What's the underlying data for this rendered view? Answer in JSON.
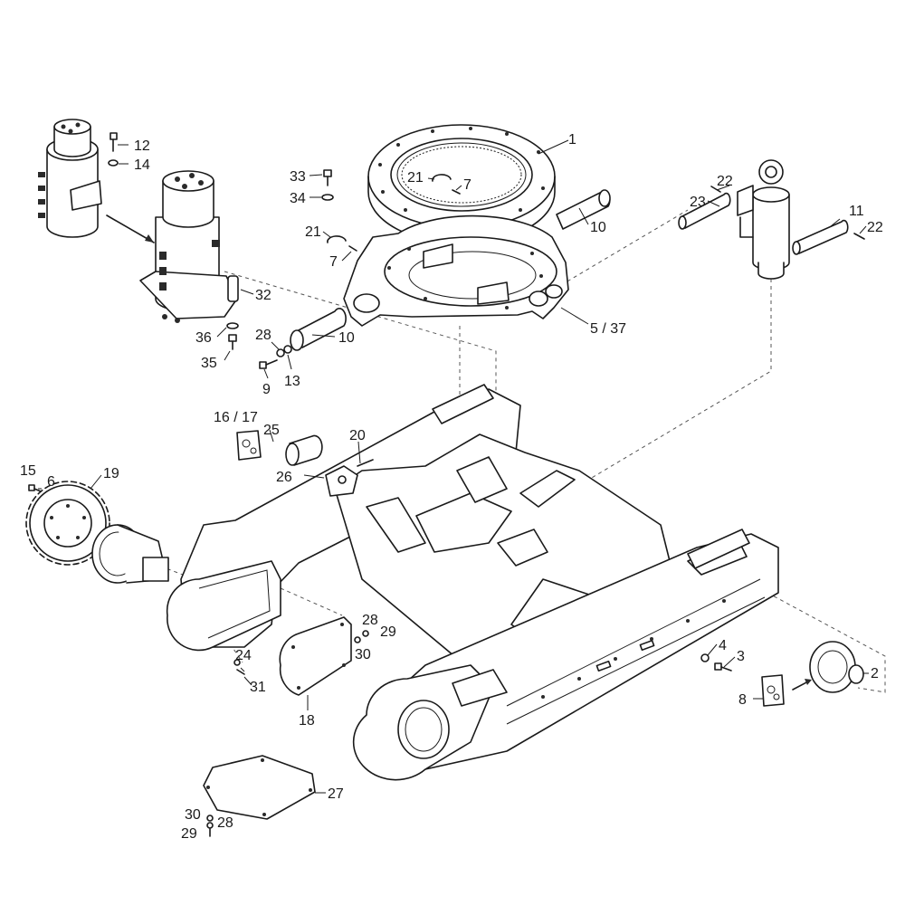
{
  "callouts": [
    {
      "id": "c1",
      "text": "1"
    },
    {
      "id": "c2",
      "text": "2"
    },
    {
      "id": "c3",
      "text": "3"
    },
    {
      "id": "c4",
      "text": "4"
    },
    {
      "id": "c5_37",
      "text": "5 / 37"
    },
    {
      "id": "c6",
      "text": "6"
    },
    {
      "id": "c7a",
      "text": "7"
    },
    {
      "id": "c7b",
      "text": "7"
    },
    {
      "id": "c8",
      "text": "8"
    },
    {
      "id": "c9",
      "text": "9"
    },
    {
      "id": "c10a",
      "text": "10"
    },
    {
      "id": "c10b",
      "text": "10"
    },
    {
      "id": "c11",
      "text": "11"
    },
    {
      "id": "c12",
      "text": "12"
    },
    {
      "id": "c13",
      "text": "13"
    },
    {
      "id": "c14",
      "text": "14"
    },
    {
      "id": "c15",
      "text": "15"
    },
    {
      "id": "c16_17",
      "text": "16 / 17"
    },
    {
      "id": "c18",
      "text": "18"
    },
    {
      "id": "c19",
      "text": "19"
    },
    {
      "id": "c20",
      "text": "20"
    },
    {
      "id": "c21a",
      "text": "21"
    },
    {
      "id": "c21b",
      "text": "21"
    },
    {
      "id": "c22a",
      "text": "22"
    },
    {
      "id": "c22b",
      "text": "22"
    },
    {
      "id": "c23",
      "text": "23"
    },
    {
      "id": "c24",
      "text": "24"
    },
    {
      "id": "c25",
      "text": "25"
    },
    {
      "id": "c26",
      "text": "26"
    },
    {
      "id": "c27",
      "text": "27"
    },
    {
      "id": "c28a",
      "text": "28"
    },
    {
      "id": "c28b",
      "text": "28"
    },
    {
      "id": "c28c",
      "text": "28"
    },
    {
      "id": "c29a",
      "text": "29"
    },
    {
      "id": "c29b",
      "text": "29"
    },
    {
      "id": "c30a",
      "text": "30"
    },
    {
      "id": "c30b",
      "text": "30"
    },
    {
      "id": "c31",
      "text": "31"
    },
    {
      "id": "c32",
      "text": "32"
    },
    {
      "id": "c33",
      "text": "33"
    },
    {
      "id": "c34",
      "text": "34"
    },
    {
      "id": "c35",
      "text": "35"
    },
    {
      "id": "c36",
      "text": "36"
    }
  ]
}
